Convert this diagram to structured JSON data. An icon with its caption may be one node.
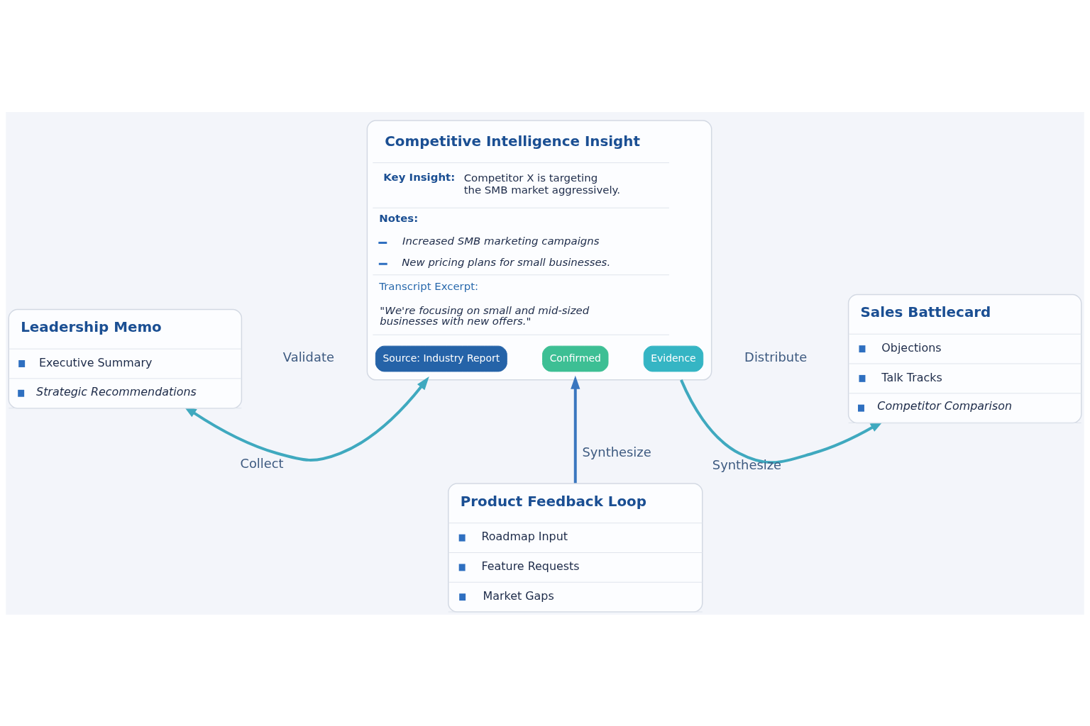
{
  "diagram": {
    "nodes": [
      {
        "text": [
          "Competitive Intelligence Insight",
          "Key Insight:",
          "Competitor X is targeting the SMB market aggressively.",
          "Notes:",
          "Increased SMB marketing campaigns",
          "New pricing plans for small businesses.",
          "Transcript Excerpt:",
          "\"We're focusing on small and mid-sized businesses with new offers.\""
        ]
      },
      {
        "text": [
          "Source: Industry Report"
        ],
        "in": 0
      },
      {
        "text": [
          "Confirmed"
        ],
        "in": 0
      },
      {
        "text": [
          "Evidence"
        ],
        "in": 0
      },
      {
        "text": [
          "Leadership Memo",
          "Executive Summary",
          "Strategic Recommendations"
        ]
      },
      {
        "text": [
          "Sales Battlecard",
          "Objections",
          "Talk Tracks",
          "Competitor Comparison"
        ]
      },
      {
        "text": [
          "Product Feedback Loop",
          "Roadmap Input",
          "Feature Requests",
          "Market Gaps"
        ]
      }
    ],
    "edges": [
      {
        "from": 4,
        "to": 0,
        "arrow": "both",
        "label": "Collect"
      },
      {
        "from": 0,
        "to": 5,
        "arrow": "to",
        "label": "Synthesize"
      },
      {
        "from": 6,
        "to": 0,
        "arrow": "to",
        "label": "Synthesize",
        "color": "#3a76bf"
      }
    ],
    "labels": [
      "Validate",
      "Distribute"
    ]
  }
}
